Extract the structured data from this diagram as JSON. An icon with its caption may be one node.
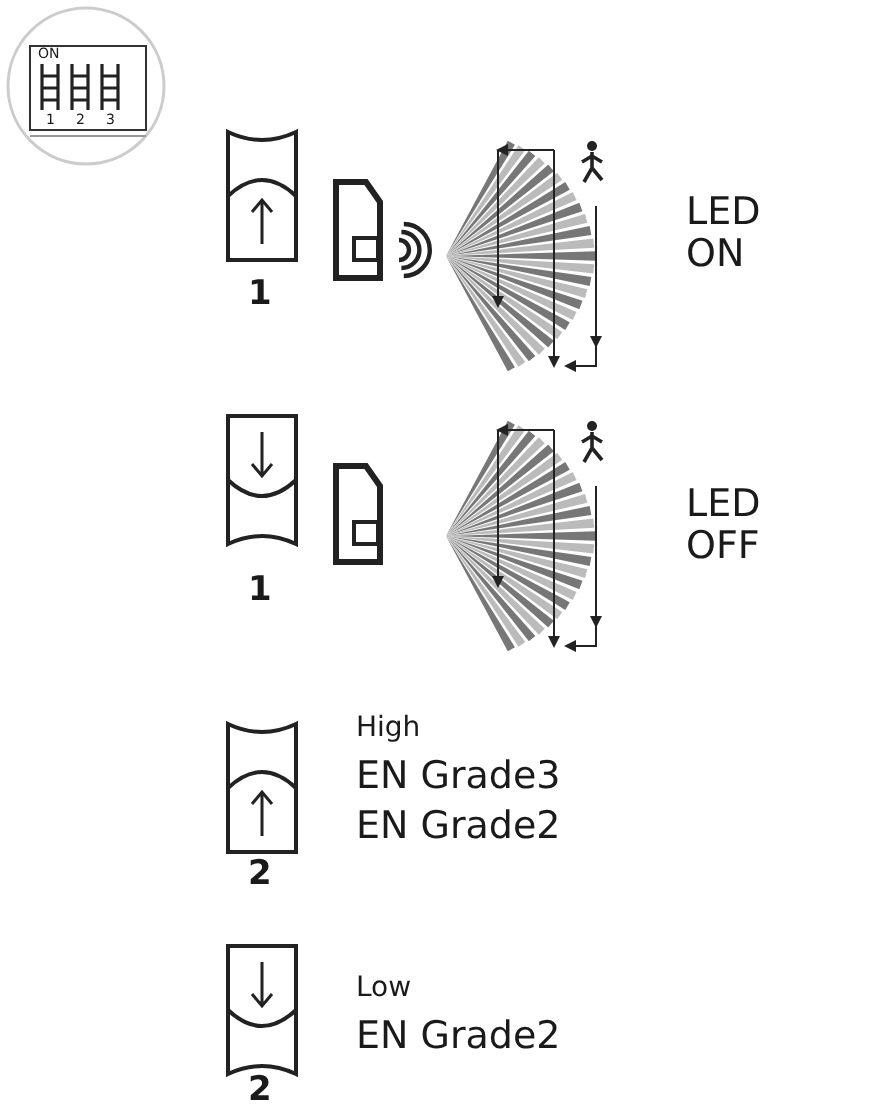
{
  "diagram": {
    "labels": [
      "ON",
      "1",
      "2",
      "3",
      "1",
      "LED ON",
      "1",
      "LED OFF",
      "High",
      "EN Grade3",
      "EN Grade2",
      "2",
      "Low",
      "EN Grade2",
      "2"
    ]
  }
}
